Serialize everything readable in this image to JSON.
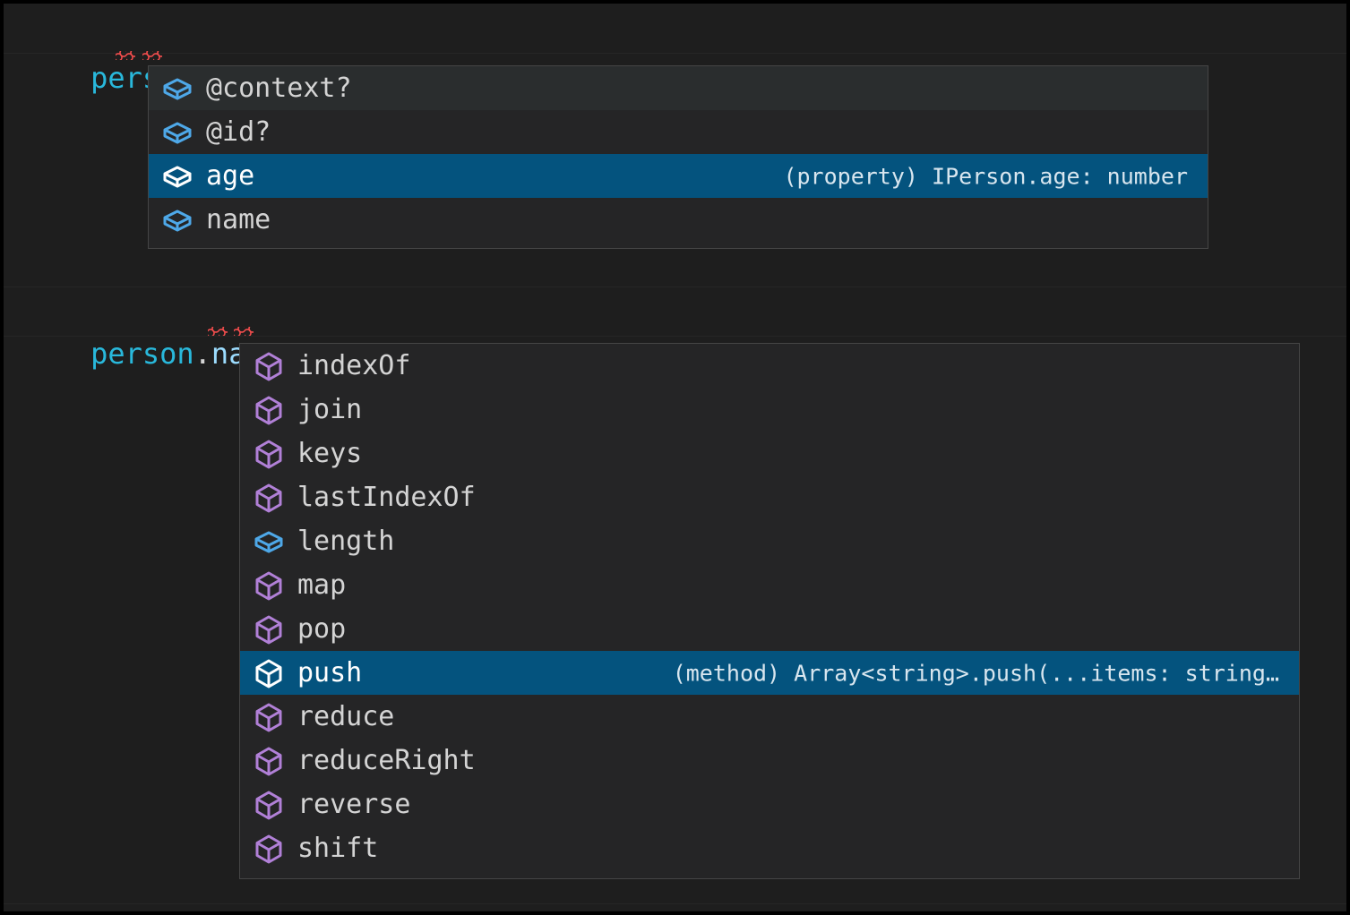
{
  "editor": {
    "background_color": "#1e1e1e",
    "lines": [
      {
        "name": "line-person-dot",
        "segments": [
          {
            "text": "person",
            "kind": "variable"
          },
          {
            "text": ".",
            "kind": "punctuation"
          },
          {
            "text": ";",
            "kind": "punctuation"
          }
        ],
        "plain_text": "person.;",
        "has_error_squiggle": true
      },
      {
        "name": "line-person-name-dot",
        "segments": [
          {
            "text": "person",
            "kind": "variable"
          },
          {
            "text": ".",
            "kind": "punctuation"
          },
          {
            "text": "name",
            "kind": "property"
          },
          {
            "text": ".",
            "kind": "punctuation"
          },
          {
            "text": ";",
            "kind": "punctuation"
          }
        ],
        "plain_text": "person.name.;",
        "has_error_squiggle": true
      }
    ]
  },
  "colors": {
    "selection_blue": "#04537e",
    "hover_gray": "#2a2d2e",
    "popup_background": "#252526",
    "popup_border": "#454545",
    "variable_cyan": "#29b8db",
    "property_blue": "#9cdcfe",
    "icon_property_blue": "#4ea8e8",
    "icon_method_purple": "#b180d7",
    "error_red": "#f14c4c"
  },
  "suggest_properties": {
    "name": "person-property-suggestions",
    "items": [
      {
        "label": "@context?",
        "icon": "field-box-icon",
        "icon_kind": "property",
        "state": "hovered",
        "detail": ""
      },
      {
        "label": "@id?",
        "icon": "field-box-icon",
        "icon_kind": "property",
        "state": "normal",
        "detail": ""
      },
      {
        "label": "age",
        "icon": "field-box-icon",
        "icon_kind": "property",
        "state": "selected",
        "detail": "(property) IPerson.age: number"
      },
      {
        "label": "name",
        "icon": "field-box-icon",
        "icon_kind": "property",
        "state": "normal",
        "detail": ""
      }
    ]
  },
  "suggest_array_members": {
    "name": "array-member-suggestions",
    "items": [
      {
        "label": "indexOf",
        "icon": "cube-method-icon",
        "icon_kind": "method",
        "state": "normal",
        "detail": ""
      },
      {
        "label": "join",
        "icon": "cube-method-icon",
        "icon_kind": "method",
        "state": "normal",
        "detail": ""
      },
      {
        "label": "keys",
        "icon": "cube-method-icon",
        "icon_kind": "method",
        "state": "normal",
        "detail": ""
      },
      {
        "label": "lastIndexOf",
        "icon": "cube-method-icon",
        "icon_kind": "method",
        "state": "normal",
        "detail": ""
      },
      {
        "label": "length",
        "icon": "field-box-icon",
        "icon_kind": "property",
        "state": "normal",
        "detail": ""
      },
      {
        "label": "map",
        "icon": "cube-method-icon",
        "icon_kind": "method",
        "state": "normal",
        "detail": ""
      },
      {
        "label": "pop",
        "icon": "cube-method-icon",
        "icon_kind": "method",
        "state": "normal",
        "detail": ""
      },
      {
        "label": "push",
        "icon": "cube-method-icon",
        "icon_kind": "method",
        "state": "selected",
        "detail": "(method) Array<string>.push(...items: string…"
      },
      {
        "label": "reduce",
        "icon": "cube-method-icon",
        "icon_kind": "method",
        "state": "normal",
        "detail": ""
      },
      {
        "label": "reduceRight",
        "icon": "cube-method-icon",
        "icon_kind": "method",
        "state": "normal",
        "detail": ""
      },
      {
        "label": "reverse",
        "icon": "cube-method-icon",
        "icon_kind": "method",
        "state": "normal",
        "detail": ""
      },
      {
        "label": "shift",
        "icon": "cube-method-icon",
        "icon_kind": "method",
        "state": "normal",
        "detail": ""
      }
    ]
  }
}
